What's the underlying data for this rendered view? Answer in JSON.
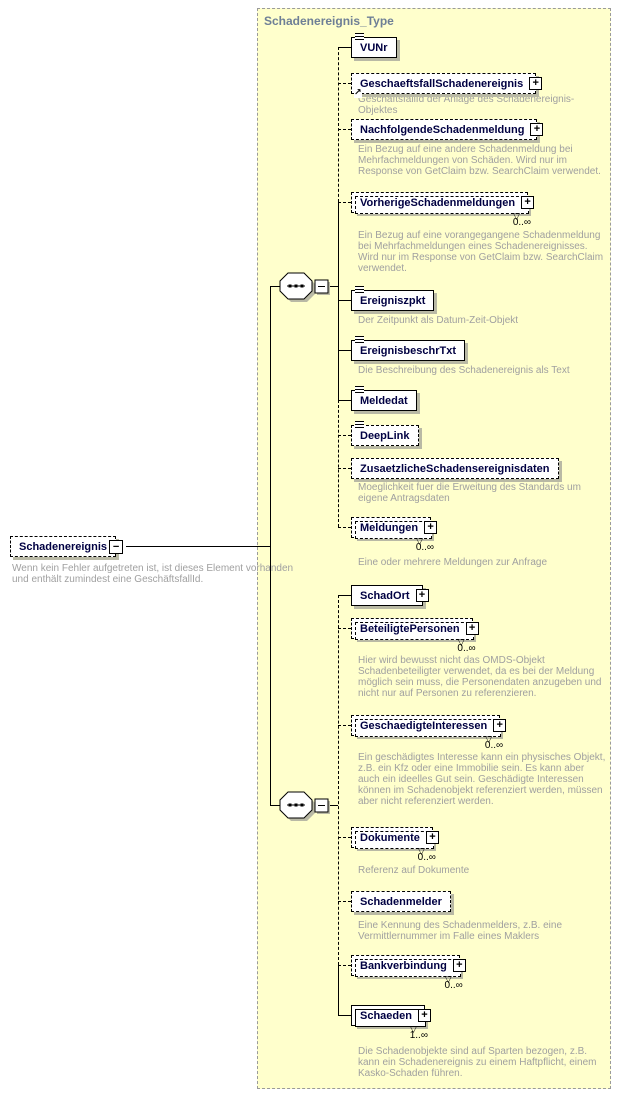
{
  "icons": {
    "plus": "+",
    "minus": "−",
    "multi_notch": "▽",
    "ref_arrow": "↗"
  },
  "colors": {
    "container_bg": "#ffffcc",
    "container_border": "#9a9a9a",
    "element_text": "#000042",
    "description_text": "#a0a0a0",
    "title_text": "#6e7f96",
    "shadow": "#b9b9a5"
  },
  "schema": {
    "container_title": "Schadenereignis_Type",
    "root": {
      "name": "Schadenereignis",
      "description": "Wenn kein Fehler aufgetreten ist, ist dieses Element vorhanden und enthält zumindest eine GeschäftsfallId."
    },
    "elements": {
      "vunr": {
        "name": "VUNr"
      },
      "geschaeftsfall": {
        "name": "GeschaeftsfallSchadenereignis",
        "description": "GeschäftsfallId der Anlage des Schadenereignis-Objektes"
      },
      "nachfolgende": {
        "name": "NachfolgendeSchadenmeldung",
        "description": "Ein Bezug auf eine andere Schadenmeldung bei Mehrfachmeldungen von Schäden. Wird nur im Response von GetClaim bzw. SearchClaim verwendet."
      },
      "vorherige": {
        "name": "VorherigeSchadenmeldungen",
        "occurrence": "0..∞",
        "description": "Ein Bezug auf eine vorangegangene Schadenmeldung bei Mehrfachmeldungen eines Schadenereignisses. Wird nur im Response von GetClaim bzw. SearchClaim verwendet."
      },
      "ereigniszpkt": {
        "name": "Ereigniszpkt",
        "description": "Der Zeitpunkt als Datum-Zeit-Objekt"
      },
      "ereignisbeschr": {
        "name": "EreignisbeschrTxt",
        "description": "Die Beschreibung des Schadenereignis als Text"
      },
      "meldedat": {
        "name": "Meldedat"
      },
      "deeplink": {
        "name": "DeepLink"
      },
      "zusaetzliche": {
        "name": "ZusaetzlicheSchadensereignisdaten",
        "description": "Moeglichkeit fuer die Erweitung des Standards um eigene Antragsdaten"
      },
      "meldungen": {
        "name": "Meldungen",
        "occurrence": "0..∞",
        "description": "Eine oder mehrere Meldungen zur Anfrage"
      },
      "schadort": {
        "name": "SchadOrt"
      },
      "beteiligte": {
        "name": "BeteiligtePersonen",
        "occurrence": "0..∞",
        "description": "Hier wird bewusst nicht das OMDS-Objekt Schadenbeteiligter verwendet, da es bei der Meldung möglich sein muss, die Personendaten anzugeben und nicht nur auf Personen zu referenzieren."
      },
      "geschaedigte": {
        "name": "GeschaedigteInteressen",
        "occurrence": "0..∞",
        "description": "Ein geschädigtes Interesse kann ein physisches Objekt, z.B. ein Kfz oder eine Immobilie sein. Es kann aber auch ein ideelles Gut sein. Geschädigte Interessen können im Schadenobjekt referenziert werden, müssen aber nicht referenziert werden."
      },
      "dokumente": {
        "name": "Dokumente",
        "occurrence": "0..∞",
        "description": "Referenz auf Dokumente"
      },
      "schadenmelder": {
        "name": "Schadenmelder",
        "description": "Eine Kennung des Schadenmelders, z.B. eine Vermittlernummer im Falle eines Maklers"
      },
      "bankverbindung": {
        "name": "Bankverbindung",
        "occurrence": "0..∞"
      },
      "schaeden": {
        "name": "Schaeden",
        "occurrence": "1..∞",
        "description": "Die Schadenobjekte sind auf Sparten bezogen, z.B. kann ein Schadenereignis zu einem Haftpflicht, einem Kasko-Schaden führen."
      }
    }
  }
}
